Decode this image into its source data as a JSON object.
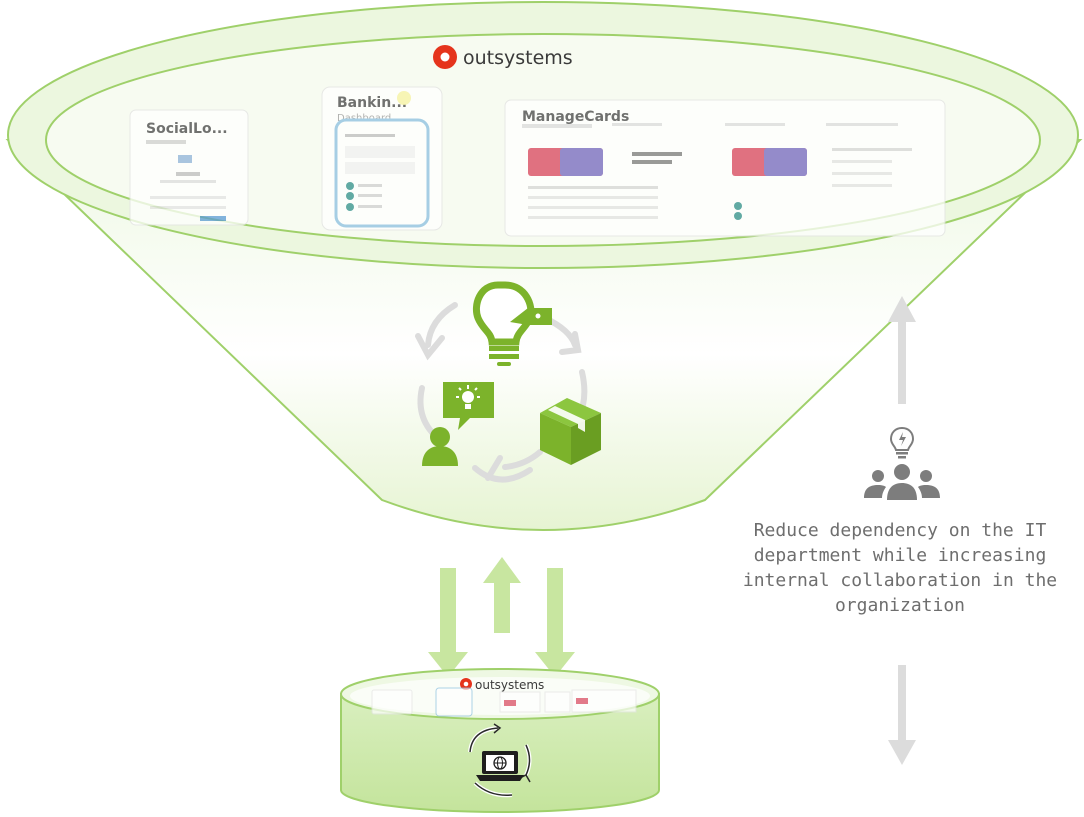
{
  "brand": {
    "name": "outsystems",
    "logo_color": "#e5341c"
  },
  "mockups": {
    "social_title": "SocialLo...",
    "banking_title": "Bankin...",
    "banking_subtitle": "Dashboard",
    "manage_title": "ManageCards"
  },
  "caption": {
    "lines": [
      "Reduce dependency on the IT",
      "department while increasing",
      "internal collaboration in the",
      "organization"
    ]
  },
  "icons": {
    "cycle": [
      "lightbulb-icon",
      "card-tag-icon",
      "person-idea-icon",
      "box-icon",
      "cycle-arrows-icon"
    ],
    "team": "team-idea-icon",
    "platform": "laptop-globe-icon"
  },
  "colors": {
    "funnel_fill": "#e8f5d6",
    "funnel_stroke": "#9fd06a",
    "accent_green": "#7cb32b",
    "arrow_green": "#c8e6a0",
    "gray_arrow": "#dcdcdc",
    "team_gray": "#7d7d7d"
  }
}
